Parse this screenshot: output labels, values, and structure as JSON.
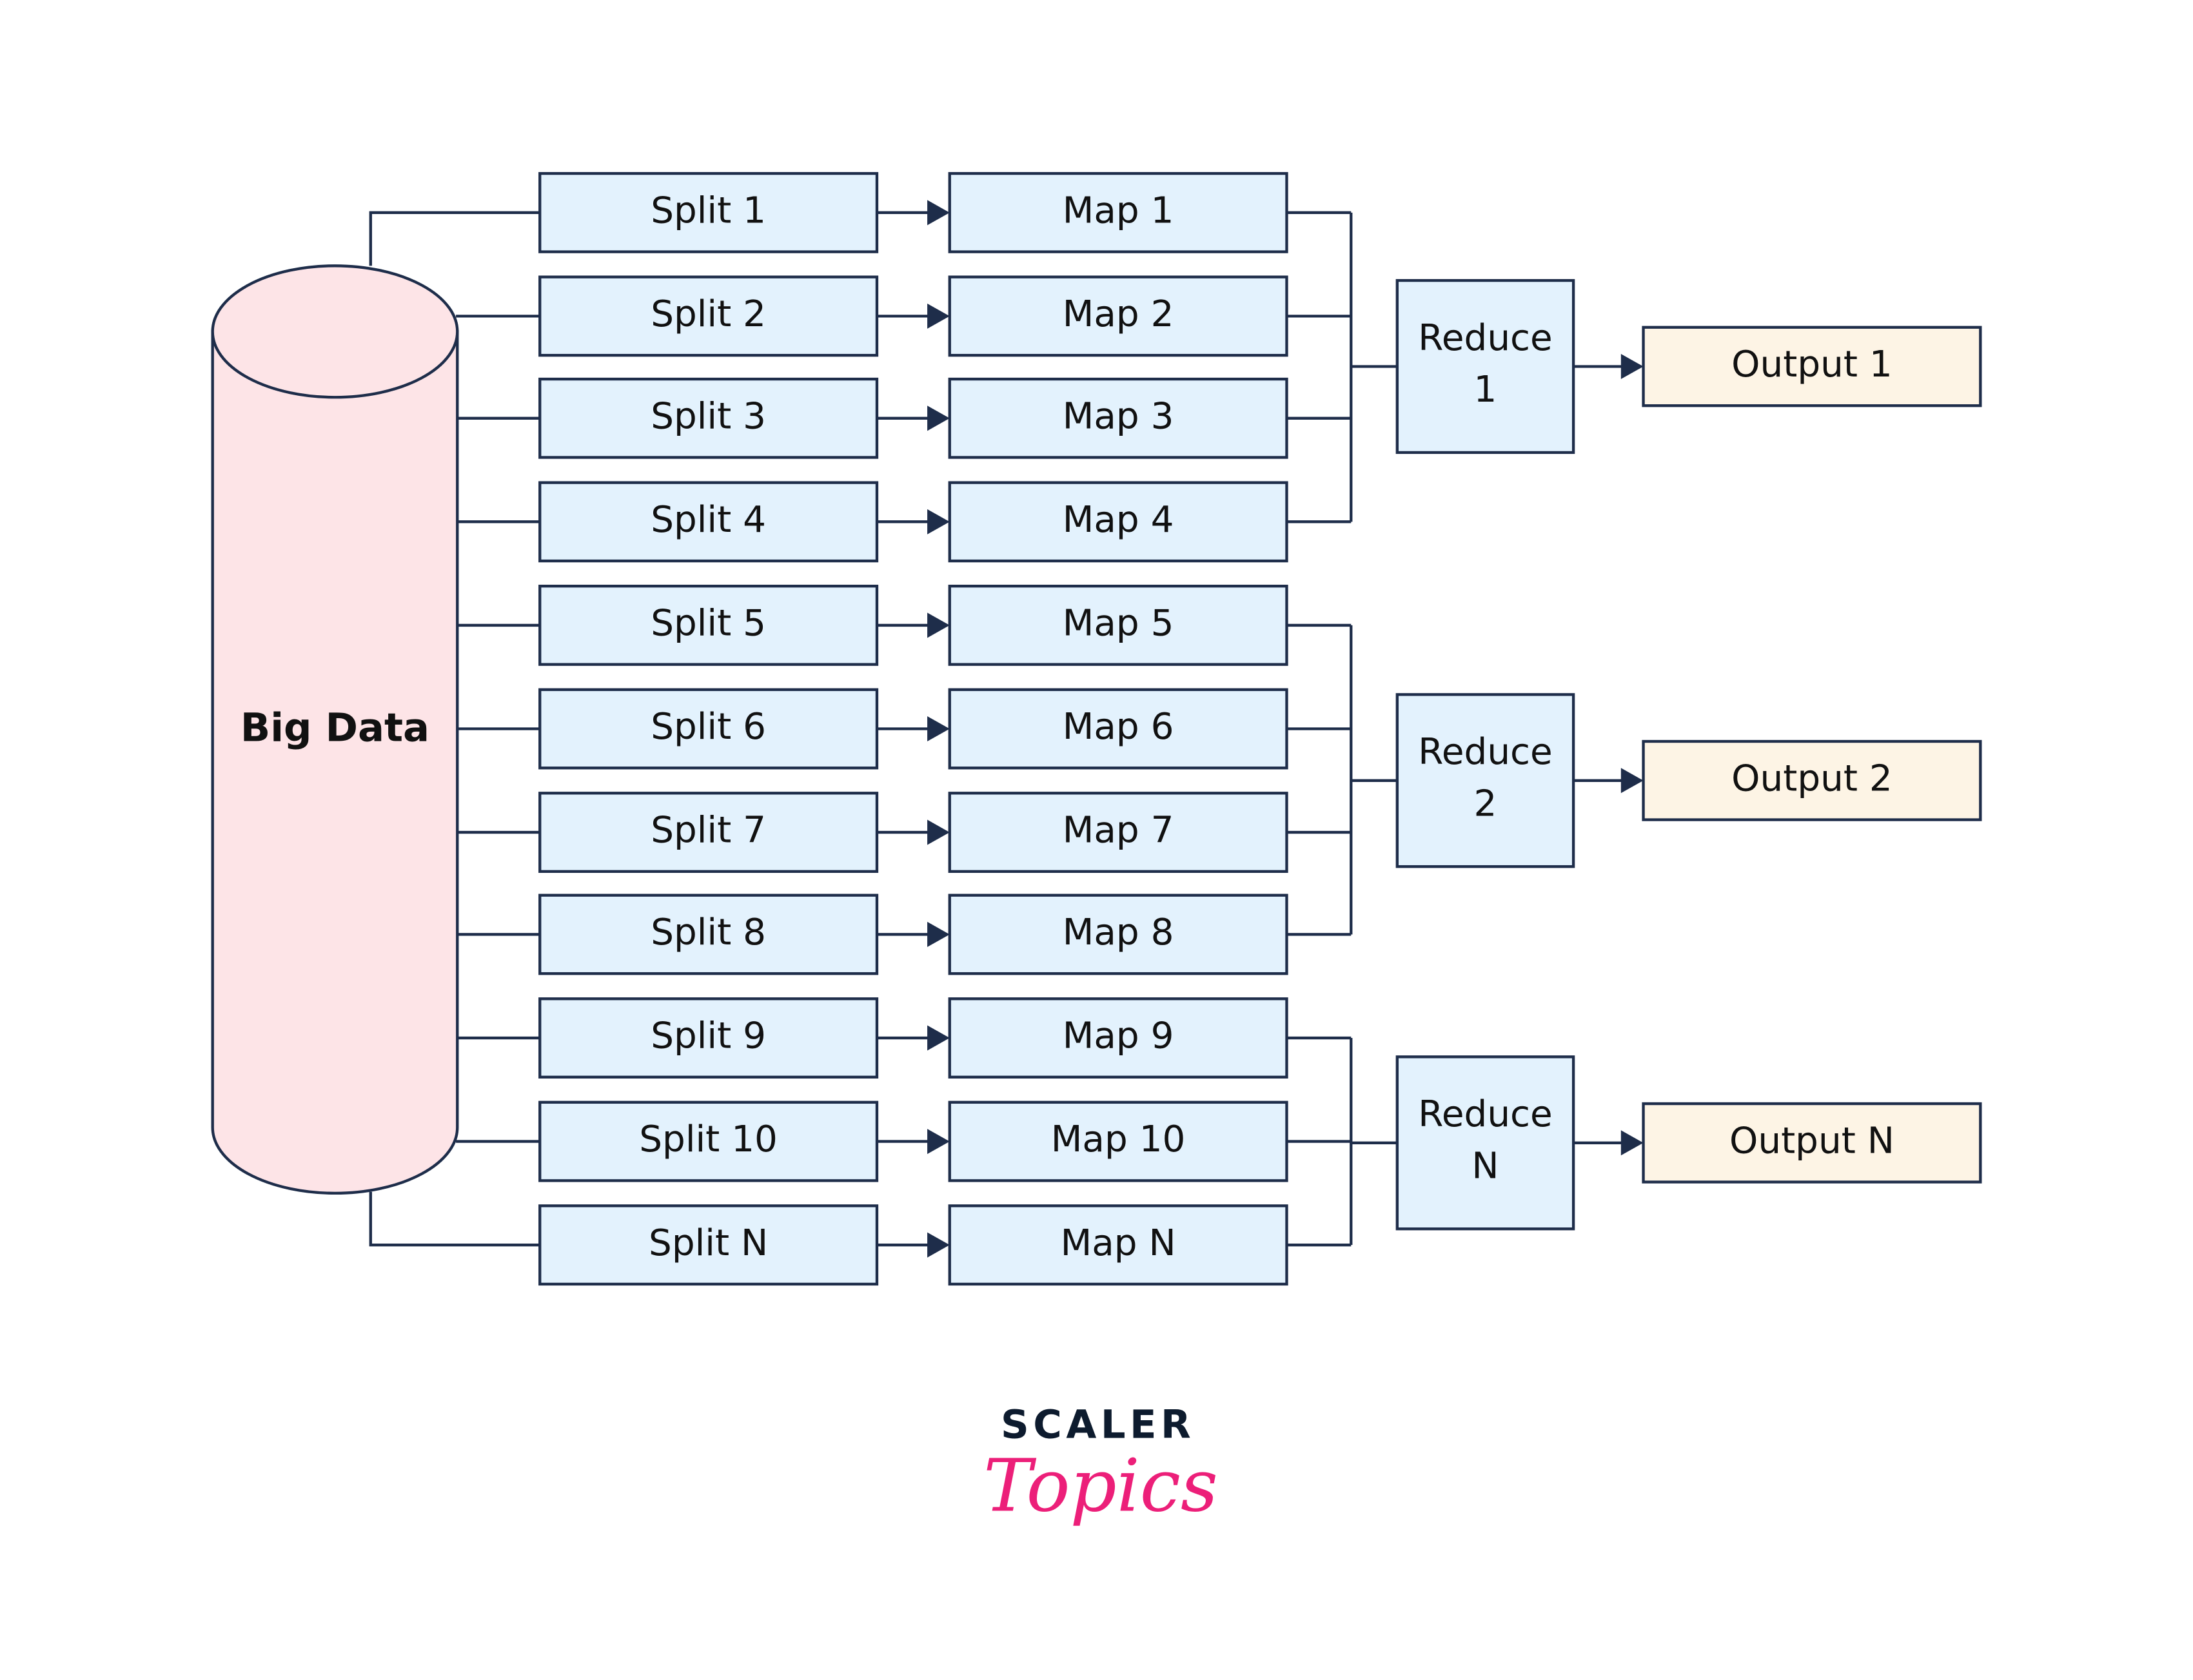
{
  "source": {
    "label": "Big Data",
    "fill_color": "#fde4e7"
  },
  "splits": [
    "Split 1",
    "Split 2",
    "Split 3",
    "Split 4",
    "Split 5",
    "Split 6",
    "Split 7",
    "Split 8",
    "Split 9",
    "Split 10",
    "Split N"
  ],
  "maps": [
    "Map 1",
    "Map 2",
    "Map 3",
    "Map 4",
    "Map 5",
    "Map 6",
    "Map 7",
    "Map 8",
    "Map 9",
    "Map 10",
    "Map N"
  ],
  "reducers": [
    {
      "line1": "Reduce",
      "line2": "1",
      "inputs": [
        0,
        1,
        2,
        3
      ],
      "output": "Output 1"
    },
    {
      "line1": "Reduce",
      "line2": "2",
      "inputs": [
        4,
        5,
        6,
        7
      ],
      "output": "Output 2"
    },
    {
      "line1": "Reduce",
      "line2": "N",
      "inputs": [
        8,
        9,
        10
      ],
      "output": "Output N"
    }
  ],
  "colors": {
    "stage_fill": "#e3f2fd",
    "output_fill": "#fdf4e5",
    "stroke": "#1e2d4a",
    "logo_dark": "#0d1b2e",
    "logo_pink": "#ec1f79"
  },
  "logo": {
    "top": "SCALER",
    "bottom": "Topics"
  }
}
